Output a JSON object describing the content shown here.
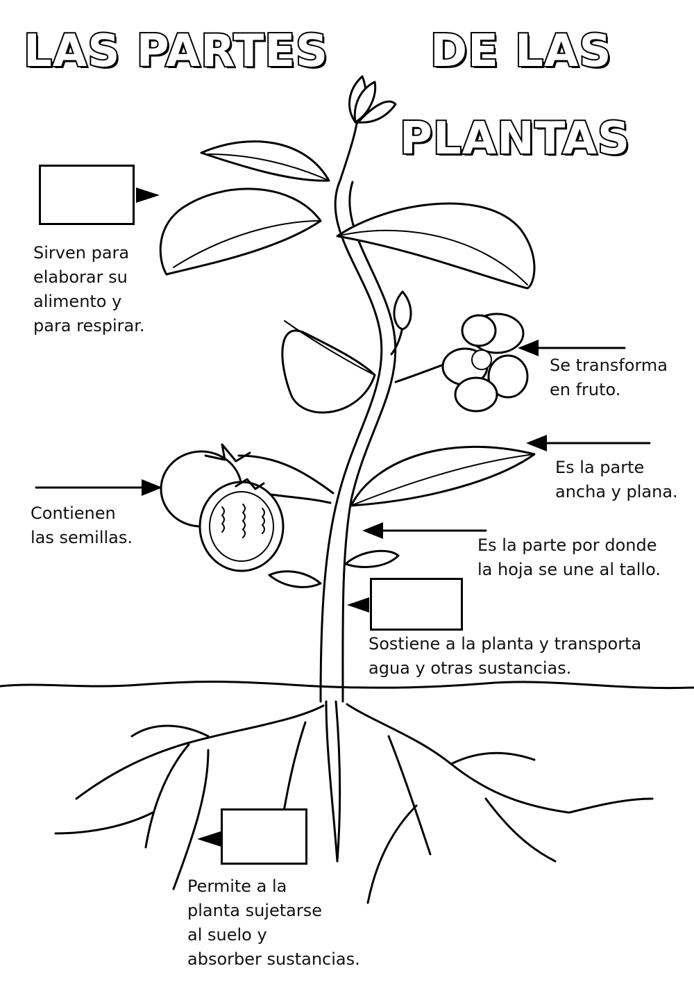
{
  "title": {
    "line1": "LAS PARTES",
    "line2": "DE LAS",
    "line3": "PLANTAS"
  },
  "labels": {
    "leaves": "Sirven para\nelaborar su\nalimento y\npara respirar.",
    "flower": "Se transforma\nen fruto.",
    "blade": "Es la parte\nancha y plana.",
    "fruit": "Contienen\nlas semillas.",
    "petiole": "Es la parte por donde\nla hoja se une al tallo.",
    "stem": "Sostiene a la planta y transporta\nagua y otras sustancias.",
    "roots": "Permite a la\nplanta sujetarse\nal suelo y\nabsorber sustancias."
  }
}
